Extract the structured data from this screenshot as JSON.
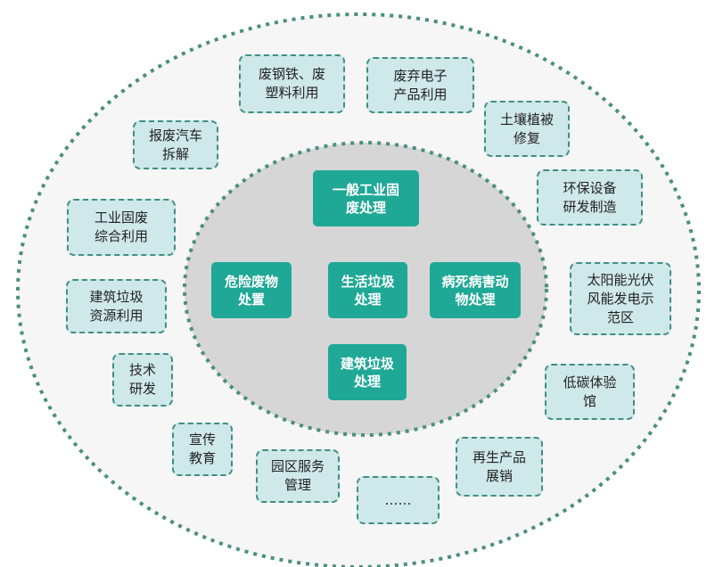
{
  "colors": {
    "outer_ring_fill": "#f6f6f6",
    "outer_ring_border": "#4c8f7c",
    "inner_ring_fill": "#d6d6d6",
    "inner_ring_border": "#4c8f7c",
    "outer_box_fill": "#cfe8ea",
    "outer_box_border": "#3f8f80",
    "inner_box_fill": "#1fa896",
    "inner_box_text": "#ffffff"
  },
  "inner_boxes": {
    "general_industrial": "一般工业固\n废处理",
    "hazardous": "危险废物\n处置",
    "domestic": "生活垃圾\n处理",
    "dead_animal": "病死病害动\n物处理",
    "construction": "建筑垃圾\n处理"
  },
  "outer_boxes": {
    "scrap_steel": "废钢铁、废\n塑料利用",
    "e_waste": "废弃电子\n产品利用",
    "soil": "土壤植被\n修复",
    "env_equipment": "环保设备\n研发制造",
    "solar_wind": "太阳能光伏\n风能发电示\n范区",
    "low_carbon": "低碳体验\n馆",
    "recycled_products": "再生产品\n展销",
    "more": "……",
    "park_service": "园区服务\n管理",
    "publicity": "宣传\n教育",
    "tech_rd": "技术\n研发",
    "construction_recycling": "建筑垃圾\n资源利用",
    "industrial_solid": "工业固废\n综合利用",
    "car_dismantling": "报废汽车\n拆解"
  }
}
